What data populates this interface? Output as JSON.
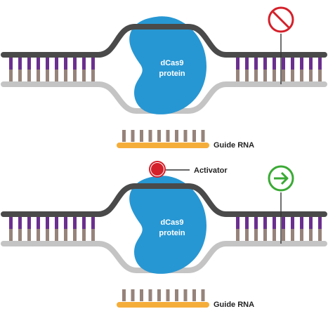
{
  "panels": [
    {
      "protein_label_line1": "dCas9",
      "protein_label_line2": "protein",
      "guide_label": "Guide RNA",
      "status": "blocked",
      "status_icon": "prohibited-icon"
    },
    {
      "protein_label_line1": "dCas9",
      "protein_label_line2": "protein",
      "guide_label": "Guide RNA",
      "activator_label": "Activator",
      "status": "activated",
      "status_icon": "arrow-right-circle-icon"
    }
  ],
  "colors": {
    "dna_top": "#4a4a4a",
    "dna_bottom": "#c4c4c4",
    "base_purple": "#6b2f8f",
    "base_brown": "#96837a",
    "protein": "#2797d3",
    "guide_rna": "#f5ad3a",
    "blocked": "#d4202a",
    "activated": "#3aaa35",
    "activator": "#d4202a"
  }
}
